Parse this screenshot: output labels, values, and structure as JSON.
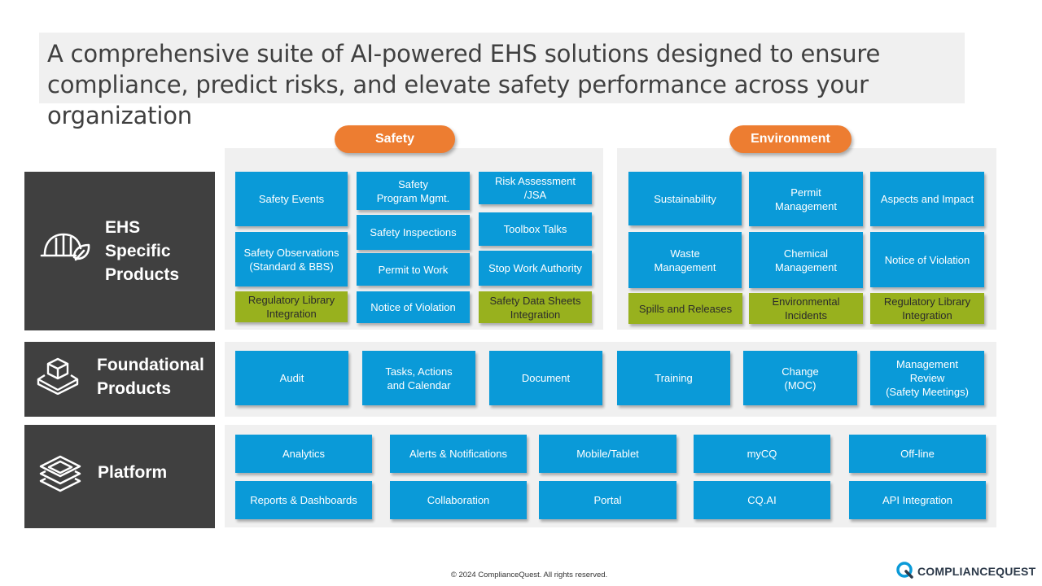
{
  "title": "A comprehensive suite of AI-powered EHS solutions designed to ensure compliance, predict risks, and elevate safety performance across your organization",
  "colors": {
    "tile": "#0a9ad8",
    "tile_green": "#98b11e",
    "pill": "#ed7d31",
    "label_bg": "#404040",
    "panel": "#f0f0f0"
  },
  "rows": {
    "ehs": {
      "label": "EHS\nSpecific\nProducts",
      "icon": "hard-hat-leaf-icon"
    },
    "foundational": {
      "label": "Foundational\nProducts",
      "icon": "box-icon"
    },
    "platform": {
      "label": "Platform",
      "icon": "layers-icon"
    }
  },
  "safety": {
    "heading": "Safety",
    "tiles": [
      "Safety Events",
      "Safety\nProgram Mgmt.",
      "Risk Assessment\n/JSA",
      "Safety Inspections",
      "Toolbox Talks",
      "Safety Observations\n(Standard & BBS)",
      "Permit to Work",
      "Stop Work Authority",
      "Regulatory Library\nIntegration",
      "Notice of Violation",
      "Safety Data Sheets\nIntegration"
    ]
  },
  "environment": {
    "heading": "Environment",
    "tiles": [
      "Sustainability",
      "Permit\nManagement",
      "Aspects and Impact",
      "Waste\nManagement",
      "Chemical\nManagement",
      "Notice of Violation",
      "Spills and Releases",
      "Environmental\nIncidents",
      "Regulatory Library\nIntegration"
    ]
  },
  "foundational_tiles": [
    "Audit",
    "Tasks, Actions\nand Calendar",
    "Document",
    "Training",
    "Change\n(MOC)",
    "Management\nReview\n(Safety Meetings)"
  ],
  "platform_tiles": [
    "Analytics",
    "Alerts & Notifications",
    "Mobile/Tablet",
    "myCQ",
    "Off-line",
    "Reports & Dashboards",
    "Collaboration",
    "Portal",
    "CQ.AI",
    "API Integration"
  ],
  "footer": "© 2024 ComplianceQuest. All rights reserved.",
  "logo": "COMPLIANCEQUEST"
}
